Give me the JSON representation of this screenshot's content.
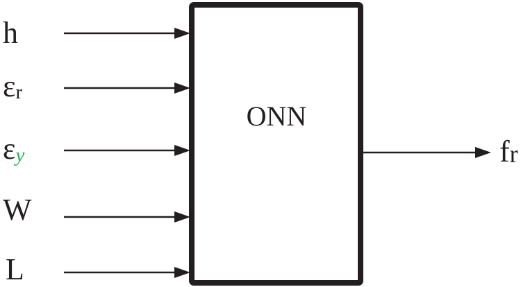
{
  "diagram": {
    "type": "block-diagram",
    "block": {
      "label": "ONN"
    },
    "inputs": [
      {
        "base": "h",
        "sub": ""
      },
      {
        "base": "ε",
        "sub": "r"
      },
      {
        "base": "ε",
        "sub": "y"
      },
      {
        "base": "W",
        "sub": ""
      },
      {
        "base": "L",
        "sub": ""
      }
    ],
    "output": {
      "base": "f",
      "sub": "r"
    },
    "colors": {
      "ink": "#231f20",
      "green": "#22b14c",
      "background": "#ffffff"
    }
  }
}
